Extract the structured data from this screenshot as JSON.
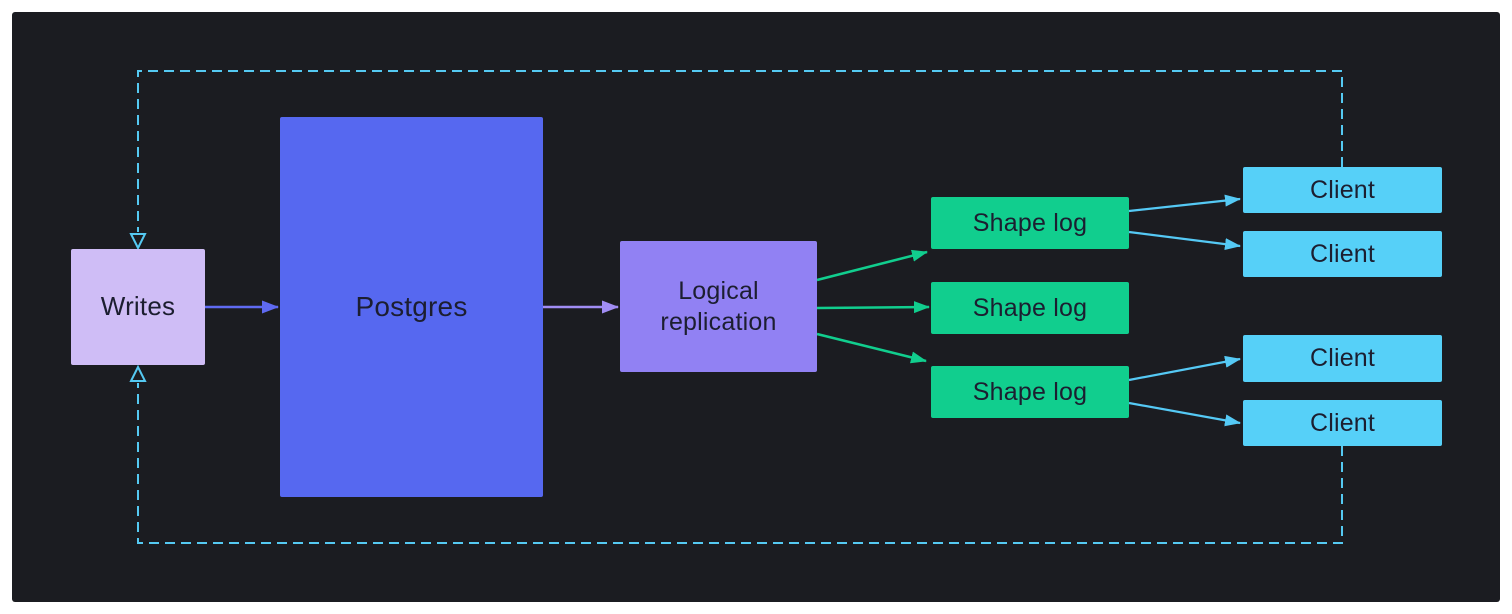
{
  "nodes": {
    "writes": {
      "label": "Writes",
      "color": "#cfbdf6"
    },
    "postgres": {
      "label": "Postgres",
      "color": "#5668f0"
    },
    "logical_replication": {
      "label": "Logical replication",
      "color": "#9181f3"
    },
    "shape_logs": [
      {
        "label": "Shape log"
      },
      {
        "label": "Shape log"
      },
      {
        "label": "Shape log"
      }
    ],
    "clients": [
      {
        "label": "Client"
      },
      {
        "label": "Client"
      },
      {
        "label": "Client"
      },
      {
        "label": "Client"
      }
    ]
  },
  "colors": {
    "page_background": "#ffffff",
    "panel_background": "#1b1c21",
    "node_text": "#1c1e30",
    "shape_log_fill": "#11ce8e",
    "client_fill": "#56d0f8",
    "arrow_writes_to_postgres": "#5f6af2",
    "arrow_postgres_to_logical": "#a18df4",
    "arrow_green": "#11ce8e",
    "arrow_cyan": "#55c9f5",
    "dashed_feedback_loop": "#55c9f2"
  },
  "edges": [
    {
      "from": "writes",
      "to": "postgres",
      "style": "solid"
    },
    {
      "from": "postgres",
      "to": "logical_replication",
      "style": "solid"
    },
    {
      "from": "logical_replication",
      "to": "shape_log_1",
      "style": "solid"
    },
    {
      "from": "logical_replication",
      "to": "shape_log_2",
      "style": "solid"
    },
    {
      "from": "logical_replication",
      "to": "shape_log_3",
      "style": "solid"
    },
    {
      "from": "shape_log_1",
      "to": "client_1",
      "style": "solid"
    },
    {
      "from": "shape_log_1",
      "to": "client_2",
      "style": "solid"
    },
    {
      "from": "shape_log_3",
      "to": "client_3",
      "style": "solid"
    },
    {
      "from": "shape_log_3",
      "to": "client_4",
      "style": "solid"
    },
    {
      "from": "client_1",
      "to": "writes",
      "style": "dashed-feedback"
    },
    {
      "from": "client_4",
      "to": "writes",
      "style": "dashed-feedback"
    }
  ]
}
